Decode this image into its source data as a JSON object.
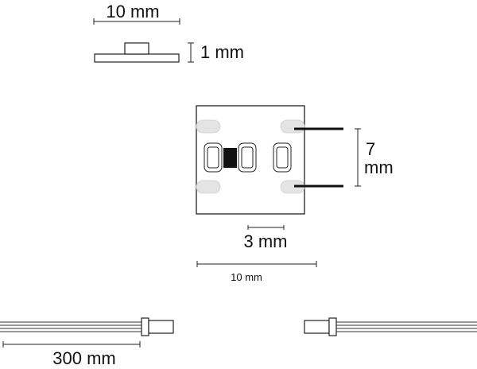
{
  "top_view": {
    "width_label": "10 mm",
    "height_label": "1 mm"
  },
  "front_view": {
    "height_label_value": "7",
    "height_label_unit": "mm",
    "pitch_label": "3 mm",
    "width_label": "10 mm"
  },
  "cables": {
    "length_label": "300 mm"
  },
  "colors": {
    "line": "#222222",
    "pad": "#e4e4e4",
    "chip": "#111111"
  }
}
